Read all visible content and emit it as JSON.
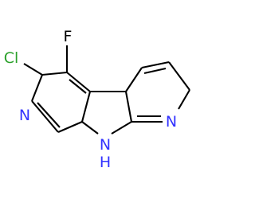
{
  "colors": {
    "bond": "#000000",
    "nitrogen": "#3333ff",
    "chlorine": "#2aa02a",
    "fluorine": "#000000"
  },
  "atoms": {
    "fluorine": "F",
    "chlorine": "Cl",
    "pyridine_n_left": "N",
    "pyridine_n_right": "N",
    "nh_n": "N",
    "nh_h": "H"
  }
}
